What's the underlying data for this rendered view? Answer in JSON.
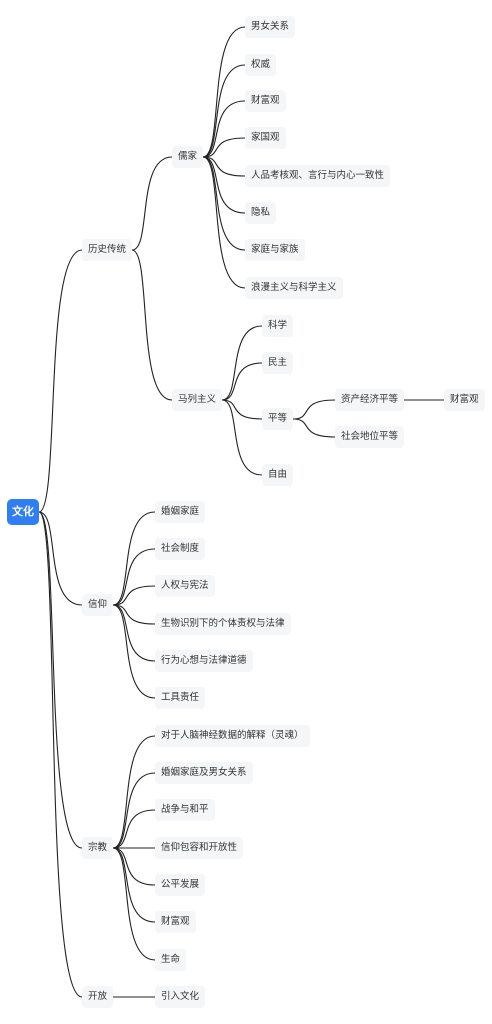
{
  "root": {
    "label": "文化"
  },
  "branches": [
    {
      "label": "历史传统",
      "children": [
        {
          "label": "儒家",
          "children": [
            {
              "label": "男女关系"
            },
            {
              "label": "权威"
            },
            {
              "label": "财富观"
            },
            {
              "label": "家国观"
            },
            {
              "label": "人品考核观、言行与内心一致性"
            },
            {
              "label": "隐私"
            },
            {
              "label": "家庭与家族"
            },
            {
              "label": "浪漫主义与科学主义"
            }
          ]
        },
        {
          "label": "马列主义",
          "children": [
            {
              "label": "科学"
            },
            {
              "label": "民主"
            },
            {
              "label": "平等",
              "children": [
                {
                  "label": "资产经济平等",
                  "children": [
                    {
                      "label": "财富观"
                    }
                  ]
                },
                {
                  "label": "社会地位平等"
                }
              ]
            },
            {
              "label": "自由"
            }
          ]
        }
      ]
    },
    {
      "label": "信仰",
      "children": [
        {
          "label": "婚姻家庭"
        },
        {
          "label": "社会制度"
        },
        {
          "label": "人权与宪法"
        },
        {
          "label": "生物识别下的个体责权与法律"
        },
        {
          "label": "行为心想与法律道德"
        },
        {
          "label": "工具责任"
        }
      ]
    },
    {
      "label": "宗教",
      "children": [
        {
          "label": "对于人脑神经数据的解释（灵魂）"
        },
        {
          "label": "婚姻家庭及男女关系"
        },
        {
          "label": "战争与和平"
        },
        {
          "label": "信仰包容和开放性"
        },
        {
          "label": "公平发展"
        },
        {
          "label": "财富观"
        },
        {
          "label": "生命"
        }
      ]
    },
    {
      "label": "开放",
      "children": [
        {
          "label": "引入文化"
        }
      ]
    }
  ]
}
